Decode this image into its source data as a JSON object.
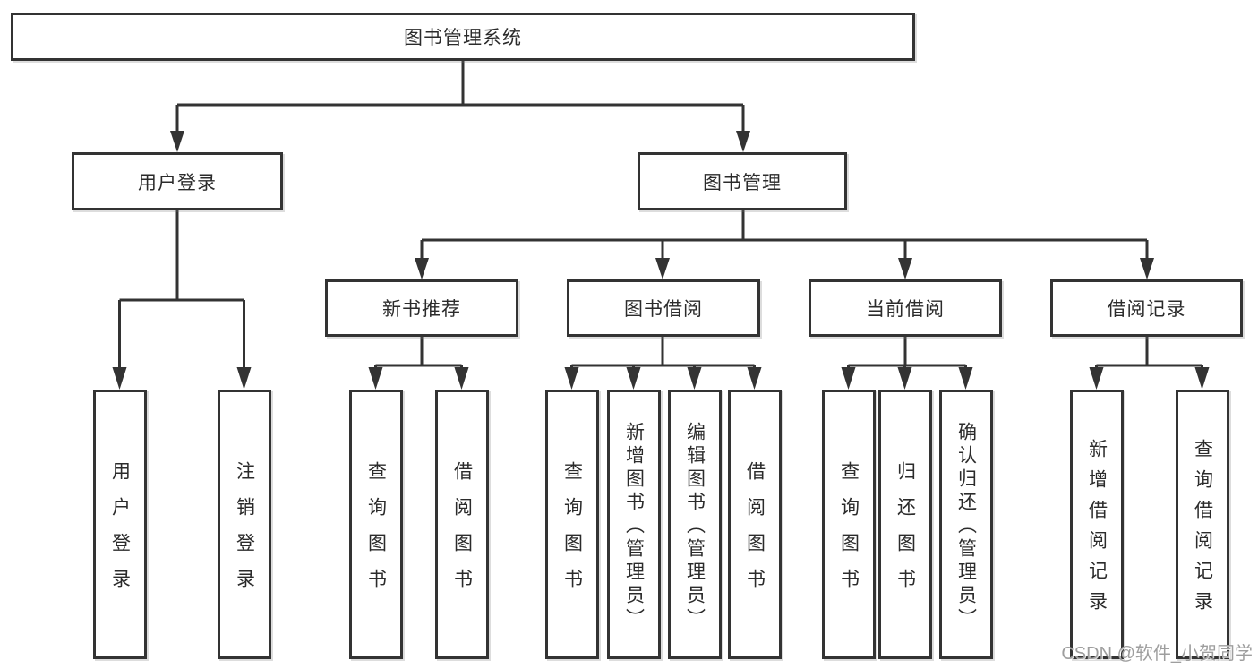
{
  "tree": {
    "root": {
      "label": "图书管理系统"
    },
    "branches": [
      {
        "label": "用户登录",
        "children": [
          {
            "label": "用户登录"
          },
          {
            "label": "注销登录"
          }
        ]
      },
      {
        "label": "图书管理",
        "children": [
          {
            "label": "新书推荐",
            "children": [
              {
                "label": "查询图书"
              },
              {
                "label": "借阅图书"
              }
            ]
          },
          {
            "label": "图书借阅",
            "children": [
              {
                "label": "查询图书"
              },
              {
                "label": "新增图书（管理员）"
              },
              {
                "label": "编辑图书（管理员）"
              },
              {
                "label": "借阅图书"
              }
            ]
          },
          {
            "label": "当前借阅",
            "children": [
              {
                "label": "查询图书"
              },
              {
                "label": "归还图书"
              },
              {
                "label": "确认归还（管理员）"
              }
            ]
          },
          {
            "label": "借阅记录",
            "children": [
              {
                "label": "新增借阅记录"
              },
              {
                "label": "查询借阅记录"
              }
            ]
          }
        ]
      }
    ]
  },
  "watermark": {
    "text": "CSDN @软件_小贺同学"
  },
  "colors": {
    "line": "#333333",
    "box_border": "#333333",
    "box_fill": "#ffffff",
    "text": "#2b2b2b",
    "watermark": "#9e9e9e",
    "background": "#ffffff"
  }
}
